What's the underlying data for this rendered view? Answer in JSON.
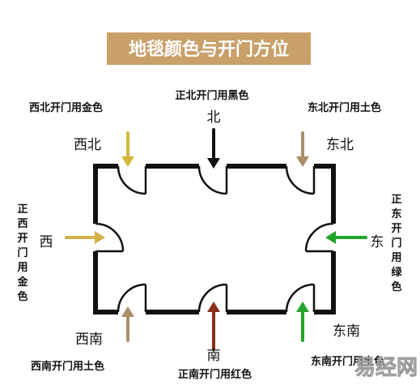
{
  "title": "地毯颜色与开门方位",
  "notes": {
    "north": "正北开门用黑色",
    "northwest": "西北开门用金色",
    "northeast": "东北开门用土色",
    "west": "正西开门用金色",
    "east": "正东开门用绿色",
    "southwest": "西南开门用土色",
    "south": "正南开门用红色",
    "southeast": "东南开门用土色"
  },
  "directions": {
    "north": "北",
    "northwest": "西北",
    "northeast": "东北",
    "west": "西",
    "east": "东",
    "southwest": "西南",
    "south": "南",
    "southeast": "东南"
  },
  "arrow_colors": {
    "north": "#111111",
    "northwest": "#d4b83c",
    "northeast": "#a98f6a",
    "west": "#d2b04a",
    "east": "#22a52a",
    "southwest": "#a98f6a",
    "south": "#8b2e1a",
    "southeast": "#22a52a"
  },
  "watermark": "易经网"
}
